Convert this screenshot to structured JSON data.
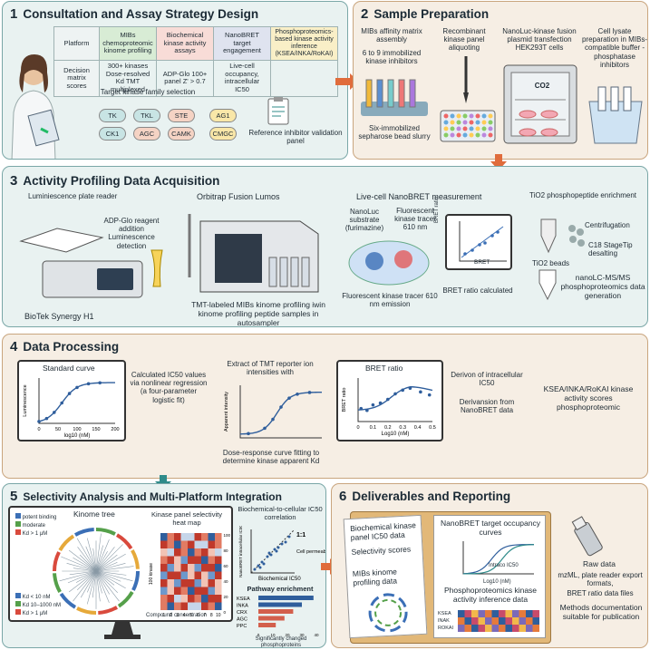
{
  "p1": {
    "num": "1",
    "title": "Consultation and Assay Strategy Design",
    "row_platform": "Platform",
    "row_decision": "Decision matrix scores",
    "col1": "MIBs chemoproteomic kinome profiling",
    "col2": "Biochemical kinase activity assays",
    "col3": "NanoBRET target engagement",
    "col4": "Phosphoproteomics-based kinase activity inference (KSEA/INKA/RoKAI)",
    "d1": "300+ kinases Dose-resolved Kd TMT multiplexed",
    "d2": "ADP-Glo 100+ panel Z' > 0.7",
    "d3": "Live-cell occupancy, intracellular IC50",
    "family_title": "Target kinase family selection",
    "families": [
      "TK",
      "TKL",
      "STE",
      "CK1",
      "AGC",
      "CAMK",
      "AG1",
      "CMGC"
    ],
    "reference": "Reference inhibitor validation panel"
  },
  "p2": {
    "num": "2",
    "title": "Sample Preparation",
    "mibs": "MIBs affinity matrix assembly",
    "inhib": "6 to 9 immobilized kinase inhibitors",
    "slurry": "Six-immobilized sepharose bead slurry",
    "recomb": "Recombinant kinase panel aliquoting",
    "nano": "NanoLuc-kinase fusion plasmid transfection HEK293T cells",
    "co2": "CO2",
    "lysate": "Cell lysate preparation in MIBs-compatible buffer - phosphatase inhibitors"
  },
  "p3": {
    "num": "3",
    "title": "Activity Profiling Data Acquisition",
    "lum": "Luminiescence plate reader",
    "adp": "ADP-Glo reagent addition Luminescence detection",
    "biotek": "BioTek Synergy H1",
    "orbi": "Orbitrap Fusion Lumos",
    "tmt": "TMT-labeled MIBs kinome profiling iwin kinome profiling peptide samples in autosampler",
    "live": "Live-cell NanoBRET measurement",
    "substrate": "NanoLuc substrate (furimazine)",
    "tracer": "Fluorescent kinase tracer 610 nm",
    "emission": "Fluorescent kinase tracer 610 nm emission",
    "bret_calc": "BRET ratio calculated",
    "bret_y": "BRET ratio",
    "bret_x": "BRET",
    "tio2": "TiO2 phosphopeptide enrichment",
    "beads": "TiO2 beads",
    "centri": "Centrifugation",
    "c18": "C18 StageTip desalting",
    "nanolc": "nanoLC-MS/MS phosphoproteomics data generation"
  },
  "p4": {
    "num": "4",
    "title": "Data Processing",
    "std": "Standard curve",
    "lum_y": "Luminescence",
    "log_x": "log10 (nM)",
    "calc": "Calculated IC50 values via nonlinear regression (a four-parameter logistic fit)",
    "extract": "Extract of TMT reporter ion intensities with",
    "app_y": "Apparent intensity",
    "dose": "Dose-response curve fitting to determine kinase apparent Kd",
    "bret_title": "BRET ratio",
    "bret_y": "BRET ratio",
    "bret_x": "Log10 (nM)",
    "derivon": "Derivon of intracellular IC50",
    "deriv2": "Derivansion from NanoBRET data",
    "ksea": "KSEA/INKA/RoKAI kinase activity scores phosphoproteomic",
    "ticks_x": [
      "0",
      "50",
      "100",
      "150",
      "200"
    ],
    "ticks_x2": [
      "0",
      "0.1",
      "0.2",
      "0.3",
      "0.4",
      "0.5"
    ]
  },
  "p5": {
    "num": "5",
    "title": "Selectivity Analysis and Multi-Platform Integration",
    "legend1": [
      "potent binding",
      "moderate",
      "Kd > 1 μM"
    ],
    "tree": "Kinome tree",
    "legend2": [
      "Kd < 10 nM",
      "Kd 10–1000 nM",
      "Kd > 1 μM"
    ],
    "heat": "Kinase panel selectivity heat map",
    "heat_y": "100 kinase",
    "heat_x": "Compound concentration",
    "heat_xt": [
      "1",
      "2",
      "3",
      "4",
      "5",
      "6",
      "7",
      "8",
      "10"
    ],
    "heat_yt": [
      "100",
      "80",
      "60",
      "40",
      "20",
      "0"
    ],
    "corr": "Biochemical-to-cellular IC50 correlation",
    "one": "1:1",
    "cell": "Cell permeability index",
    "corr_y": "NanoBRET intracellular IC50",
    "corr_x": "Biochemical IC50",
    "path": "Pathway enrichment",
    "path_labels": [
      "KSEA",
      "INKA",
      "CRX",
      "AGC",
      "PPC"
    ],
    "path_x": "Significantly changed phosphoproteins",
    "path_ticks": [
      "0",
      "10",
      "20",
      "30",
      "40"
    ]
  },
  "p6": {
    "num": "6",
    "title": "Deliverables and Reporting",
    "biochem": "Biochemical kinase panel IC50 data",
    "sel": "Selectivity scores",
    "mibs": "MIBs kinome profiling data",
    "nano": "NanoBRET target occupancy curves",
    "intra": "Intraco IC50",
    "nano_x": "Log10 (nM)",
    "phospho": "Phosphoproteomics kinase activity inference data",
    "ph_rows": [
      "KSEA",
      "INAK",
      "ROKAI"
    ],
    "raw": "Raw data",
    "raw1": "mzML, plate reader export formats,",
    "raw2": "BRET ratio data files",
    "methods": "Methods documentation suitable for publication"
  },
  "colors": {
    "teal": "#2f8b8a",
    "orange": "#e06c3c",
    "blue": "#3b6fb6",
    "red": "#d94a3d",
    "green": "#55a04a"
  }
}
